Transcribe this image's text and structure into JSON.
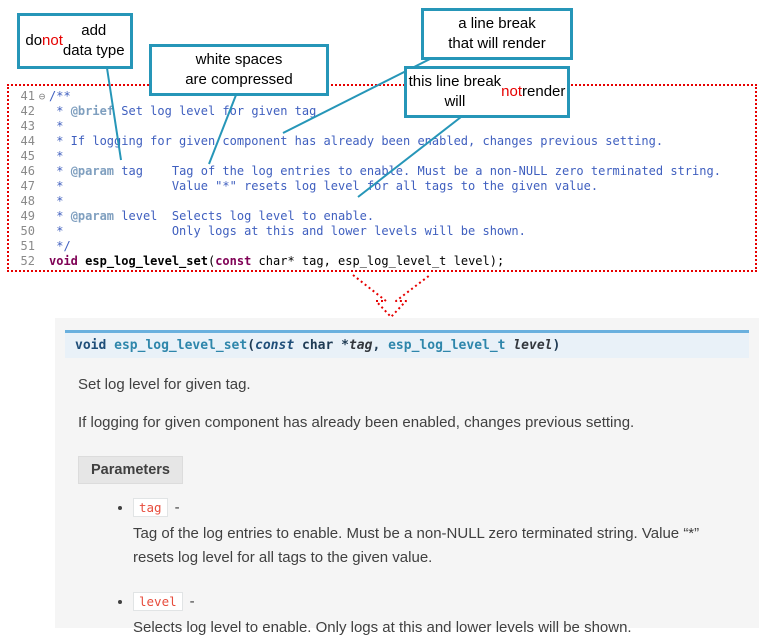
{
  "colors": {
    "callout_border": "#2696b8",
    "highlight_red": "#e60000",
    "doc_accent_border": "#6ab0de",
    "literal_red": "#e74c3c"
  },
  "callouts": [
    {
      "segments": [
        {
          "t": "do "
        },
        {
          "t": "not",
          "c": "red"
        },
        {
          "t": " add\ndata type"
        }
      ]
    },
    {
      "segments": [
        {
          "t": "white spaces\nare  compressed"
        }
      ]
    },
    {
      "segments": [
        {
          "t": "a line break\nthat will render"
        }
      ]
    },
    {
      "segments": [
        {
          "t": "this line break\nwill "
        },
        {
          "t": "not",
          "c": "red"
        },
        {
          "t": " render"
        }
      ]
    }
  ],
  "code": {
    "lines": [
      {
        "num": "41",
        "fold": "⊖",
        "segments": [
          {
            "t": "/**",
            "c": "comment"
          }
        ]
      },
      {
        "num": "42",
        "segments": [
          {
            "t": " * ",
            "c": "comment"
          },
          {
            "t": "@brief",
            "c": "doctag"
          },
          {
            "t": " Set log level for given tag",
            "c": "comment"
          }
        ]
      },
      {
        "num": "43",
        "segments": [
          {
            "t": " *",
            "c": "comment"
          }
        ]
      },
      {
        "num": "44",
        "segments": [
          {
            "t": " * If logging for given component has already been enabled, changes previous setting.",
            "c": "comment"
          }
        ]
      },
      {
        "num": "45",
        "segments": [
          {
            "t": " *",
            "c": "comment"
          }
        ]
      },
      {
        "num": "46",
        "segments": [
          {
            "t": " * ",
            "c": "comment"
          },
          {
            "t": "@param",
            "c": "doctag"
          },
          {
            "t": " tag    Tag of the log entries to enable. Must be a non-NULL zero terminated string.",
            "c": "comment"
          }
        ]
      },
      {
        "num": "47",
        "segments": [
          {
            "t": " *               Value \"*\" resets log level for all tags to the given value.",
            "c": "comment"
          }
        ]
      },
      {
        "num": "48",
        "segments": [
          {
            "t": " *",
            "c": "comment"
          }
        ]
      },
      {
        "num": "49",
        "segments": [
          {
            "t": " * ",
            "c": "comment"
          },
          {
            "t": "@param",
            "c": "doctag"
          },
          {
            "t": " level  Selects log level to enable.",
            "c": "comment"
          }
        ]
      },
      {
        "num": "50",
        "segments": [
          {
            "t": " *               Only logs at this and lower levels will be shown.",
            "c": "comment"
          }
        ]
      },
      {
        "num": "51",
        "segments": [
          {
            "t": " */",
            "c": "comment"
          }
        ]
      },
      {
        "num": "52",
        "segments": [
          {
            "t": "void",
            "c": "kw"
          },
          {
            "t": " ",
            "c": "plain"
          },
          {
            "t": "esp_log_level_set",
            "c": "fn"
          },
          {
            "t": "(",
            "c": "plain"
          },
          {
            "t": "const",
            "c": "kw"
          },
          {
            "t": " char* tag, esp_log_level_t level);",
            "c": "plain"
          }
        ]
      }
    ]
  },
  "doc": {
    "signature": {
      "segments": [
        {
          "t": "void",
          "c": "skw"
        },
        {
          "t": " ",
          "c": "splain"
        },
        {
          "t": "esp_log_level_set",
          "c": "sname"
        },
        {
          "t": "(",
          "c": "splain"
        },
        {
          "t": "const",
          "c": "skwi"
        },
        {
          "t": "  char *",
          "c": "splain"
        },
        {
          "t": "tag",
          "c": "sparam"
        },
        {
          "t": ", ",
          "c": "splain"
        },
        {
          "t": "esp_log_level_t",
          "c": "stype"
        },
        {
          "t": " ",
          "c": "splain"
        },
        {
          "t": "level",
          "c": "sparam"
        },
        {
          "t": ")",
          "c": "splain"
        }
      ]
    },
    "para1": "Set log level for given tag.",
    "para2": "If logging for given component has already been enabled, changes previous setting.",
    "parameters_label": "Parameters",
    "params": [
      {
        "name": "tag",
        "dash": "-",
        "desc": "Tag of the log entries to enable. Must be a non-NULL zero terminated string. Value “*” resets log level for all tags to the given value."
      },
      {
        "name": "level",
        "dash": "-",
        "desc": "Selects log level to enable. Only logs at this and lower levels will be shown."
      }
    ]
  }
}
